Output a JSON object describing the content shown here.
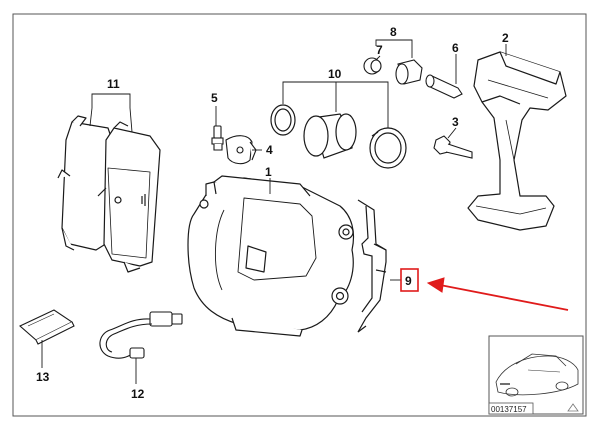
{
  "diagram": {
    "callouts": {
      "p1": "1",
      "p2": "2",
      "p3": "3",
      "p4": "4",
      "p5": "5",
      "p6": "6",
      "p7": "7",
      "p8": "8",
      "p9": "9",
      "p10": "10",
      "p11": "11",
      "p12": "12",
      "p13": "13"
    },
    "inset_code": "00137157",
    "highlight": {
      "label": "9",
      "color": "#e01b1b"
    },
    "colors": {
      "line": "#1a1a1a",
      "frame": "#555555",
      "arrow": "#e01b1b",
      "background": "#ffffff"
    }
  }
}
